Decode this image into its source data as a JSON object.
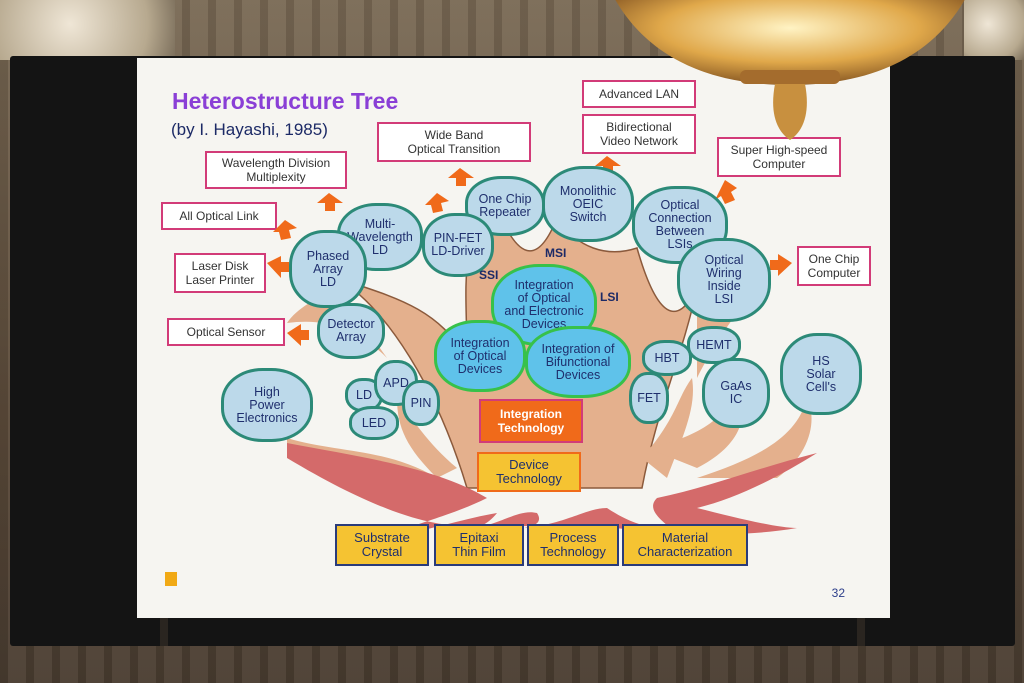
{
  "colors": {
    "title": "#8a3fd6",
    "box_border": "#d23b78",
    "leaf_fill": "#bcd9ea",
    "core_fill": "#5fc2ea",
    "trunk": "#e4b08d",
    "roots": "#d46a6a",
    "yellow": "#f5c332",
    "arrow": "#f06a1a"
  },
  "slide": {
    "title": "Heterostructure Tree",
    "subtitle": "(by I. Hayashi, 1985)",
    "page_number": "32",
    "outer_boxes": [
      {
        "id": "advanced-lan",
        "text": "Advanced LAN"
      },
      {
        "id": "bidirectional",
        "text": "Bidirectional\nVideo Network"
      },
      {
        "id": "wide-band",
        "text": "Wide Band\nOptical Transition"
      },
      {
        "id": "wdm",
        "text": "Wavelength Division\nMultiplexity"
      },
      {
        "id": "all-optical",
        "text": "All Optical Link"
      },
      {
        "id": "laser-disk",
        "text": "Laser Disk\nLaser Printer"
      },
      {
        "id": "optical-sensor",
        "text": "Optical Sensor"
      },
      {
        "id": "super-computer",
        "text": "Super High-speed\nComputer"
      },
      {
        "id": "one-chip-computer",
        "text": "One Chip\nComputer"
      }
    ],
    "leaves": [
      {
        "id": "one-chip-repeater",
        "text": "One Chip\nRepeater"
      },
      {
        "id": "monolithic",
        "text": "Monolithic\nOEIC\nSwitch"
      },
      {
        "id": "optical-connection",
        "text": "Optical\nConnection\nBetween\nLSIs"
      },
      {
        "id": "multi-wavelength",
        "text": "Multi-\nWavelength\nLD"
      },
      {
        "id": "pin-fet",
        "text": "PIN-FET\nLD-Driver"
      },
      {
        "id": "phased-array",
        "text": "Phased\nArray\nLD"
      },
      {
        "id": "optical-wiring",
        "text": "Optical\nWiring\nInside\nLSI"
      },
      {
        "id": "detector-array",
        "text": "Detector\nArray"
      },
      {
        "id": "high-power",
        "text": "High\nPower\nElectronics"
      },
      {
        "id": "ld",
        "text": "LD"
      },
      {
        "id": "apd",
        "text": "APD"
      },
      {
        "id": "led",
        "text": "LED"
      },
      {
        "id": "pin",
        "text": "PIN"
      },
      {
        "id": "hbt",
        "text": "HBT"
      },
      {
        "id": "hemt",
        "text": "HEMT"
      },
      {
        "id": "fet",
        "text": "FET"
      },
      {
        "id": "gaas-ic",
        "text": "GaAs\nIC"
      },
      {
        "id": "hs-solar",
        "text": "HS\nSolar\nCell's"
      }
    ],
    "core": [
      {
        "id": "integration-oe",
        "text": "Integration\nof Optical\nand Electronic\nDevices"
      },
      {
        "id": "integration-optical",
        "text": "Integration\nof Optical\nDevices"
      },
      {
        "id": "integration-bifunctional",
        "text": "Integration of\nBifunctional\nDevices"
      }
    ],
    "trunk_labels": {
      "ssi": "SSI",
      "msi": "MSI",
      "lsi": "LSI"
    },
    "integration_technology": "Integration\nTechnology",
    "device_technology": "Device\nTechnology",
    "roots": [
      {
        "id": "substrate",
        "text": "Substrate\nCrystal"
      },
      {
        "id": "epitaxi",
        "text": "Epitaxi\nThin Film"
      },
      {
        "id": "process",
        "text": "Process\nTechnology"
      },
      {
        "id": "material",
        "text": "Material\nCharacterization"
      }
    ]
  }
}
